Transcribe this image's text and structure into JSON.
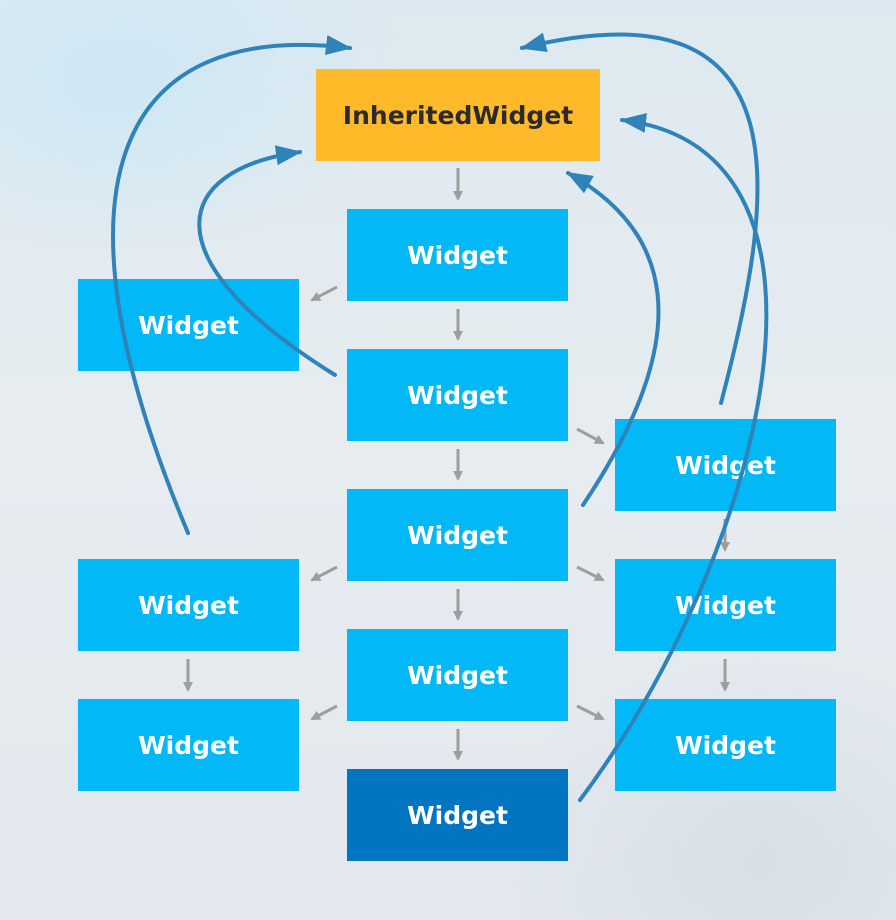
{
  "diagram": {
    "root": {
      "label": "InheritedWidget"
    },
    "nodes": [
      {
        "id": "c1",
        "label": "Widget"
      },
      {
        "id": "c2",
        "label": "Widget"
      },
      {
        "id": "c3",
        "label": "Widget"
      },
      {
        "id": "c4",
        "label": "Widget"
      },
      {
        "id": "c5",
        "label": "Widget"
      },
      {
        "id": "l1",
        "label": "Widget"
      },
      {
        "id": "l2",
        "label": "Widget"
      },
      {
        "id": "l3",
        "label": "Widget"
      },
      {
        "id": "r1",
        "label": "Widget"
      },
      {
        "id": "r2",
        "label": "Widget"
      },
      {
        "id": "r3",
        "label": "Widget"
      }
    ],
    "colors": {
      "inherited": "#FFB929",
      "widget": "#02B8F6",
      "widget_selected": "#0175C2",
      "tree_arrow": "#9e9e9e",
      "lookup_arrow": "#2f83b8"
    }
  }
}
